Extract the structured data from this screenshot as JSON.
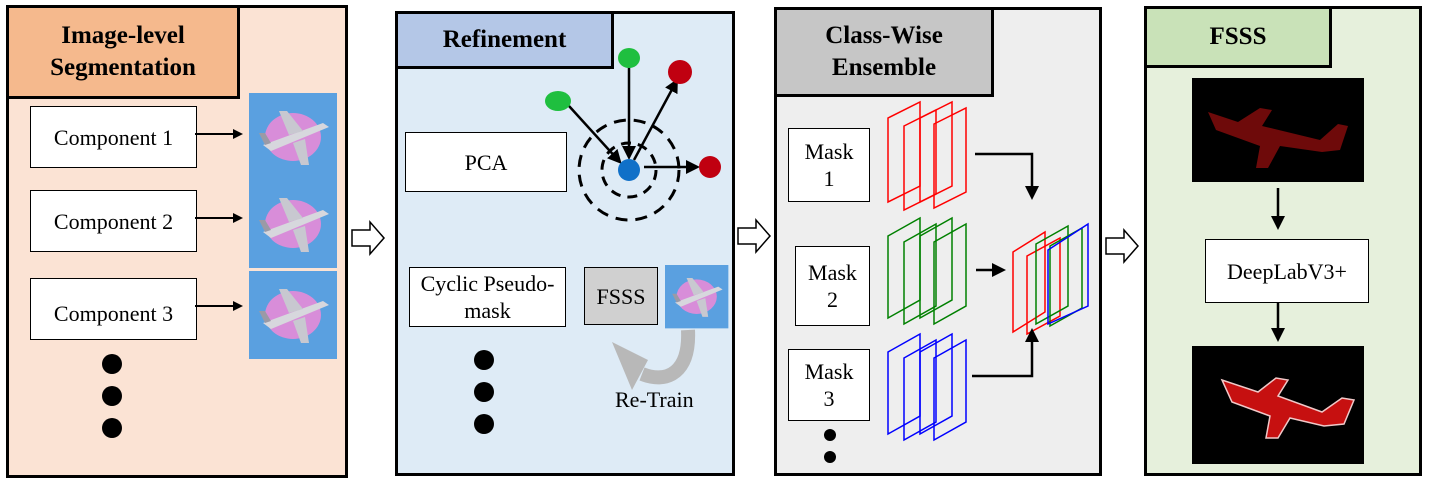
{
  "panels": {
    "image_level": {
      "title": "Image-level Segmentation",
      "bg": "#fbe3d4",
      "header_bg": "#f5b98d",
      "components": [
        "Component 1",
        "Component 2",
        "Component 3"
      ]
    },
    "refinement": {
      "title": "Refinement",
      "bg": "#deebf6",
      "header_bg": "#b4c7e7",
      "pca_label": "PCA",
      "cyclic_label": "Cyclic Pseudo-mask",
      "fsss_label": "FSSS",
      "retrain_label": "Re-Train"
    },
    "class_wise": {
      "title": "Class-Wise Ensemble",
      "bg": "#eeeeee",
      "header_bg": "#c6c6c6",
      "masks": [
        "Mask 1",
        "Mask 2",
        "Mask 3"
      ],
      "mask_colors": [
        "#ff0000",
        "#008000",
        "#0000ff"
      ]
    },
    "fsss": {
      "title": "FSSS",
      "bg": "#e6f0dc",
      "header_bg": "#c9e2b8",
      "model_label": "DeepLabV3+"
    }
  },
  "icons": [
    "airplane-thumbnail",
    "flow-arrow",
    "pca-scatter",
    "retrain-loop-arrow"
  ]
}
